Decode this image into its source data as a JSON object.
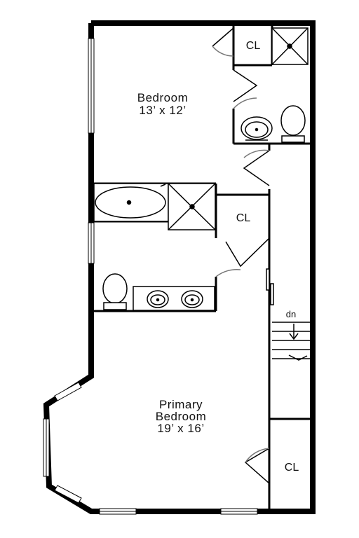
{
  "rooms": {
    "bedroom": {
      "name": "Bedroom",
      "size": "13’ x 12’"
    },
    "primary": {
      "name_line1": "Primary",
      "name_line2": "Bedroom",
      "size": "19’ x 16’"
    }
  },
  "closets": {
    "top": "CL",
    "middle": "CL",
    "bottom": "CL"
  },
  "stairs": {
    "label": "dn"
  },
  "colors": {
    "wall": "#000000",
    "fixture_fill": "#ffffff",
    "door_arc": "#777777"
  }
}
